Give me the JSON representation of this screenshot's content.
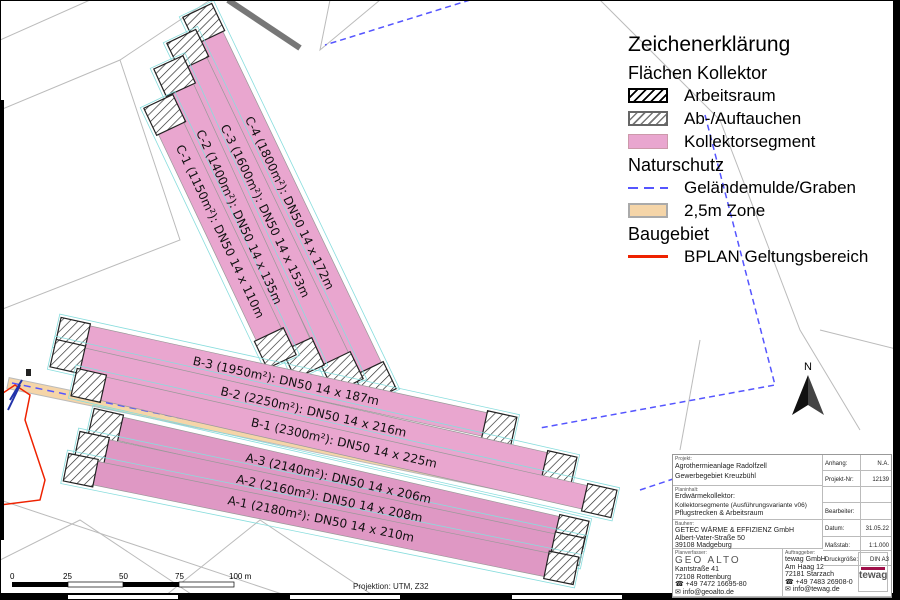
{
  "legend": {
    "title": "Zeichenerklärung",
    "sections": [
      {
        "heading": "Flächen Kollektor",
        "items": [
          {
            "label": "Arbeitsraum",
            "symbol": "black-hatched-box"
          },
          {
            "label": "Ab-/Auftauchen",
            "symbol": "gray-hatched-box"
          },
          {
            "label": "Kollektorsegment",
            "symbol": "pink-fill",
            "color": "#e9a6cf"
          }
        ]
      },
      {
        "heading": "Naturschutz",
        "items": [
          {
            "label": "Geländemulde/Graben",
            "symbol": "blue-dashed-line",
            "color": "#5555ff"
          },
          {
            "label": "2,5m Zone",
            "symbol": "orange-fill",
            "color": "#f5d5a8"
          }
        ]
      },
      {
        "heading": "Baugebiet",
        "items": [
          {
            "label": "BPLAN Geltungsbereich",
            "symbol": "red-line",
            "color": "#ee2200"
          }
        ]
      }
    ]
  },
  "segments": [
    {
      "id": "C-4",
      "label": "C-4 (1800m²): DN50 14 x 172m"
    },
    {
      "id": "C-3",
      "label": "C-3 (1600m²): DN50 14 x 153m"
    },
    {
      "id": "C-2",
      "label": "C-2 (1400m²): DN50 14 x 135m"
    },
    {
      "id": "C-1",
      "label": "C-1 (1150m²): DN50 14 x 110m"
    },
    {
      "id": "B-3",
      "label": "B-3 (1950m²): DN50 14 x 187m"
    },
    {
      "id": "B-2",
      "label": "B-2 (2250m²): DN50 14 x 216m"
    },
    {
      "id": "B-1",
      "label": "B-1 (2300m²): DN50 14 x 225m"
    },
    {
      "id": "A-3",
      "label": "A-3 (2140m²): DN50 14 x 206m"
    },
    {
      "id": "A-2",
      "label": "A-2 (2160m²): DN50 14 x 208m"
    },
    {
      "id": "A-1",
      "label": "A-1 (2180m²): DN50 14 x 210m"
    }
  ],
  "north_label": "N",
  "scalebar": {
    "ticks": [
      "0",
      "25",
      "50",
      "75",
      "100 m"
    ]
  },
  "projection": "Projektion:  UTM, Z32",
  "titleblock": {
    "projekt_label": "Projekt:",
    "projekt": [
      "Agrothermieanlage Radolfzell",
      "Gewerbegebiet Kreuzbühl"
    ],
    "planinhalt_label": "Planinhalt:",
    "planinhalt": [
      "Erdwärmekollektor:",
      "Kollektorsegmente (Ausführungsvariante v06)",
      "Pflugstrecken & Arbeitsraum"
    ],
    "bauherr_label": "Bauherr:",
    "bauherr": [
      "GETEC WÄRME & EFFIZIENZ GmbH",
      "Albert-Vater-Straße 50",
      "39108 Madgeburg"
    ],
    "planverfasser_label": "Planverfasser:",
    "planverfasser_logo": "GEO ALTO",
    "planverfasser": [
      "Kantstraße 41",
      "72108 Rottenburg",
      "+49 7472 16695-80",
      "info@geoalto.de"
    ],
    "auftraggeber_label": "Auftraggeber:",
    "auftraggeber": [
      "tewag GmbH",
      "Am Haag 12",
      "72181 Starzach",
      "+49 7483 26908-0",
      "info@tewag.de"
    ],
    "auftraggeber_logo": "tewag",
    "fields": [
      {
        "label": "Anhang:",
        "value": "N.A."
      },
      {
        "label": "Projekt-Nr:",
        "value": "12139"
      },
      {
        "label": "",
        "value": ""
      },
      {
        "label": "Bearbeiter:",
        "value": ""
      },
      {
        "label": "Datum:",
        "value": "31.05.22"
      },
      {
        "label": "Maßstab:",
        "value": "1:1.000"
      },
      {
        "label": "Druckgröße:",
        "value": "DIN A3"
      }
    ]
  },
  "colors": {
    "segment": "#e9a6cf",
    "segment_dark": "#df98c4",
    "zone": "#f5d5a8",
    "ditch": "#5555ff",
    "bplan": "#ee2200"
  }
}
